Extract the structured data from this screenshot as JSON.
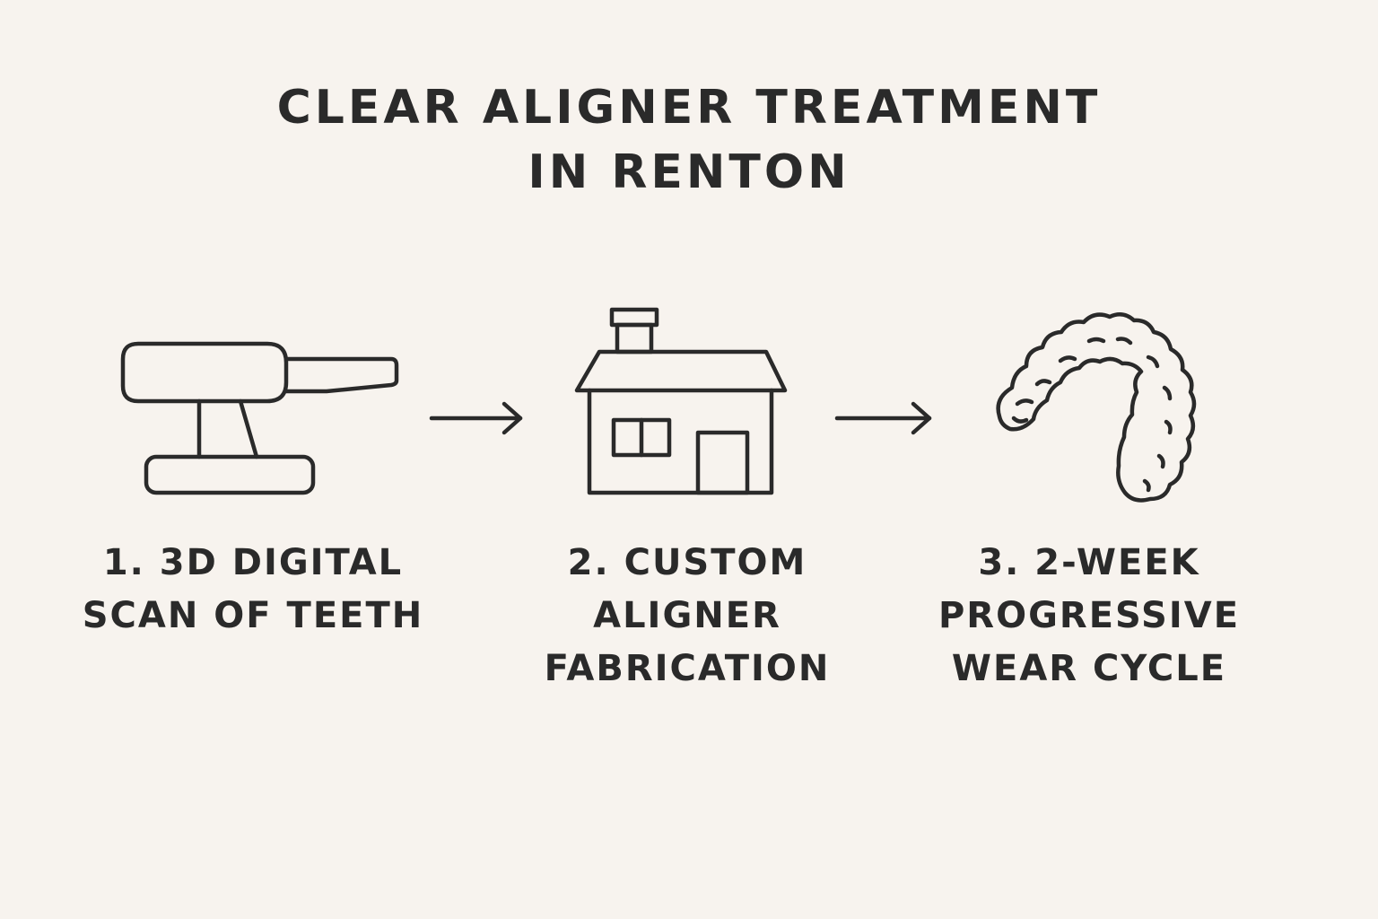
{
  "title": {
    "line1": "CLEAR ALIGNER TREATMENT",
    "line2": "IN RENTON"
  },
  "steps": [
    {
      "icon": "intraoral-scanner-icon",
      "lines": [
        "1. 3D DIGITAL",
        "SCAN OF TEETH"
      ]
    },
    {
      "icon": "fabrication-house-icon",
      "lines": [
        "2. CUSTOM",
        "ALIGNER",
        "FABRICATION"
      ]
    },
    {
      "icon": "clear-aligner-icon",
      "lines": [
        "3. 2-WEEK",
        "PROGRESSIVE",
        "WEAR CYCLE"
      ]
    }
  ],
  "connectors": [
    "arrow-right-icon",
    "arrow-right-icon"
  ],
  "colors": {
    "background": "#f7f3ee",
    "ink": "#2a2a2a"
  }
}
